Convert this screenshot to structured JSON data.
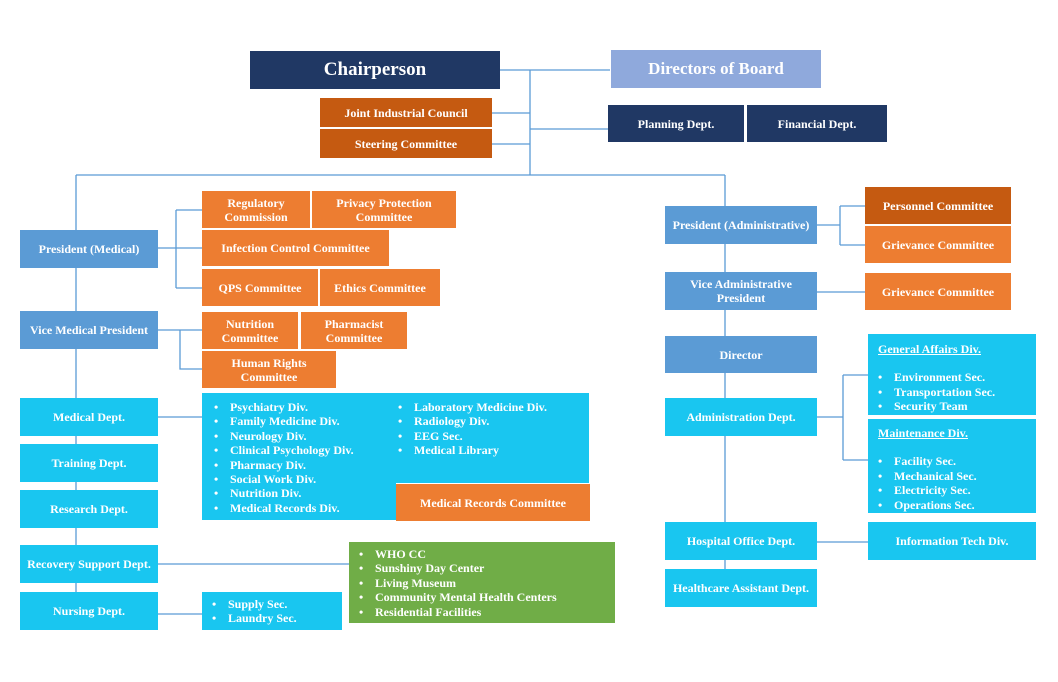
{
  "top": {
    "chairperson": "Chairperson",
    "directors_of_board": "Directors of Board",
    "joint_industrial_council": "Joint Industrial Council",
    "steering_committee": "Steering Committee",
    "planning_dept": "Planning Dept.",
    "financial_dept": "Financial Dept."
  },
  "medical": {
    "president": "President (Medical)",
    "regulatory_commission": "Regulatory Commission",
    "privacy_protection_committee": "Privacy Protection Committee",
    "infection_control_committee": "Infection Control Committee",
    "qps_committee": "QPS Committee",
    "ethics_committee": "Ethics Committee",
    "vice_president": "Vice Medical President",
    "nutrition_committee": "Nutrition Committee",
    "pharmacist_committee": "Pharmacist Committee",
    "human_rights_committee": "Human Rights Committee",
    "medical_dept": "Medical Dept.",
    "training_dept": "Training Dept.",
    "research_dept": "Research Dept.",
    "recovery_support_dept": "Recovery Support Dept.",
    "nursing_dept": "Nursing Dept.",
    "divisions_left": [
      "Psychiatry Div.",
      "Family Medicine Div.",
      "Neurology Div.",
      "Clinical Psychology Div.",
      "Pharmacy Div.",
      "Social Work Div.",
      "Nutrition Div.",
      "Medical Records Div."
    ],
    "divisions_right": [
      "Laboratory Medicine Div.",
      "Radiology Div.",
      "EEG Sec.",
      "Medical Library"
    ],
    "medical_records_committee": "Medical Records Committee",
    "recovery_units": [
      "WHO CC",
      "Sunshiny Day Center",
      "Living Museum",
      "Community Mental Health Centers",
      "Residential Facilities"
    ],
    "nursing_units": [
      "Supply Sec.",
      "Laundry Sec."
    ]
  },
  "admin": {
    "president": "President (Administrative)",
    "personnel_committee": "Personnel Committee",
    "grievance_committee_1": "Grievance Committee",
    "vice_president": "Vice Administrative President",
    "grievance_committee_2": "Grievance Committee",
    "director": "Director",
    "administration_dept": "Administration Dept.",
    "general_affairs_title": "General Affairs Div.",
    "general_affairs_items": [
      "Environment Sec.",
      "Transportation Sec.",
      "Security Team"
    ],
    "maintenance_title": "Maintenance  Div.",
    "maintenance_items": [
      "Facility Sec.",
      "Mechanical Sec.",
      "Electricity Sec.",
      "Operations Sec."
    ],
    "hospital_office_dept": "Hospital Office Dept.",
    "information_tech_div": "Information Tech Div.",
    "healthcare_assistant_dept": "Healthcare Assistant Dept."
  }
}
